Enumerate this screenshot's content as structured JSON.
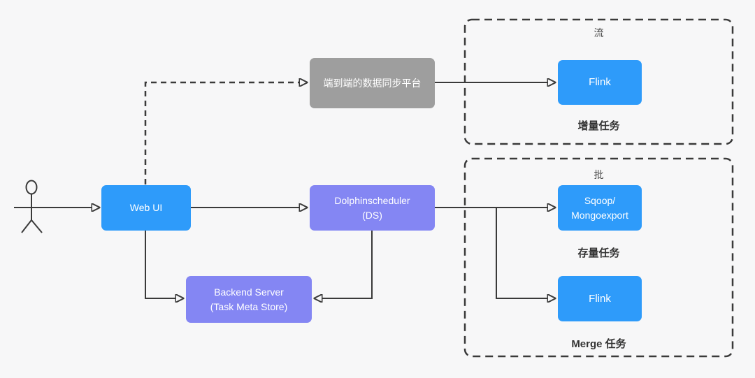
{
  "colors": {
    "canvas_bg": "#F7F7F8",
    "node_blue": "#2E9BFA",
    "node_purple": "#8486F3",
    "node_gray": "#9E9E9E",
    "node_text": "#FFFFFF",
    "line": "#3A3A3A",
    "group_title": "#4A4A4A",
    "caption": "#333333"
  },
  "nodes": {
    "web_ui": {
      "label": "Web UI"
    },
    "sync_platform": {
      "label": "端到端的数据同步平台"
    },
    "dolphinscheduler": {
      "line1": "Dolphinscheduler",
      "line2": "(DS)"
    },
    "backend_server": {
      "line1": "Backend Server",
      "line2": "(Task Meta Store)"
    },
    "flink_stream": {
      "label": "Flink"
    },
    "sqoop_mongoexport": {
      "line1": "Sqoop/",
      "line2": "Mongoexport"
    },
    "flink_merge": {
      "label": "Flink"
    }
  },
  "groups": {
    "stream": {
      "title": "流",
      "caption": "增量任务"
    },
    "batch": {
      "title": "批",
      "caption_stock": "存量任务",
      "caption_merge": "Merge 任务"
    }
  }
}
